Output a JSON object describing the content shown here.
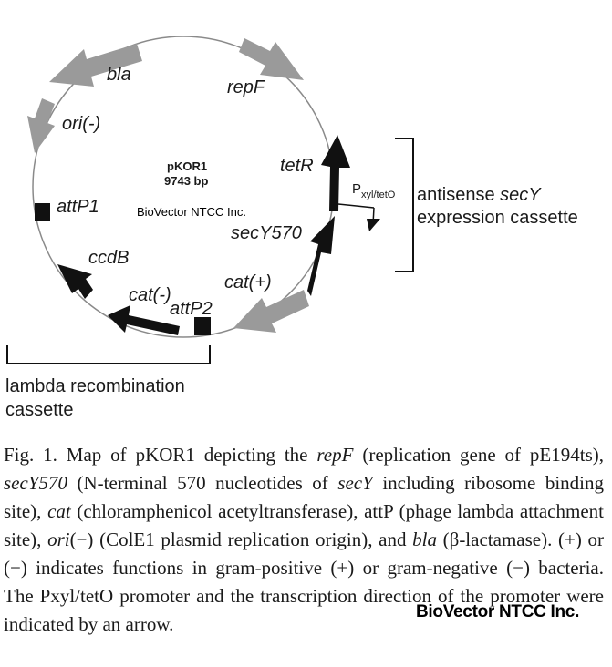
{
  "plasmid": {
    "name": "pKOR1",
    "size": "9743 bp"
  },
  "watermark": "BioVector NTCC Inc.",
  "labels": {
    "bla": "bla",
    "ori": "ori(-)",
    "attP1": "attP1",
    "ccdB": "ccdB",
    "cat_minus": "cat(-)",
    "attP2": "attP2",
    "cat_plus": "cat(+)",
    "secY570": "secY570",
    "tetR": "tetR",
    "repF": "repF",
    "promoter_main": "P",
    "promoter_sub": "xyl/tetO"
  },
  "brackets": {
    "antisense_line1_prefix": "antisense ",
    "antisense_line1_italic": "secY",
    "antisense_line2": "expression cassette",
    "lambda_line1": "lambda recombination",
    "lambda_line2": "cassette"
  },
  "caption": {
    "p1": "Fig. 1. Map of pKOR1 depicting the ",
    "i1": "repF",
    "p2": " (replication gene of pE194ts), ",
    "i2": "secY570",
    "p3": " (N-terminal 570 nucleotides of ",
    "i3": "secY",
    "p4": " including ribosome binding site), ",
    "i4": "cat",
    "p5": " (chloramphenicol acetyltransferase), attP (phage lambda attachment site), ",
    "i5": "ori",
    "p6": "(−) (ColE1 plasmid replication origin), and ",
    "i6": "bla",
    "p7": " (β-lactamase). (+) or (−) indicates functions in gram-positive (+) or gram-negative (−) bacteria. The Pxyl/tetO promoter and the transcription direction of the promoter were indicated by an arrow."
  },
  "colors": {
    "black_feature": "#111111",
    "gray_feature": "#9a9a9a",
    "circle": "#8a8a8a"
  }
}
